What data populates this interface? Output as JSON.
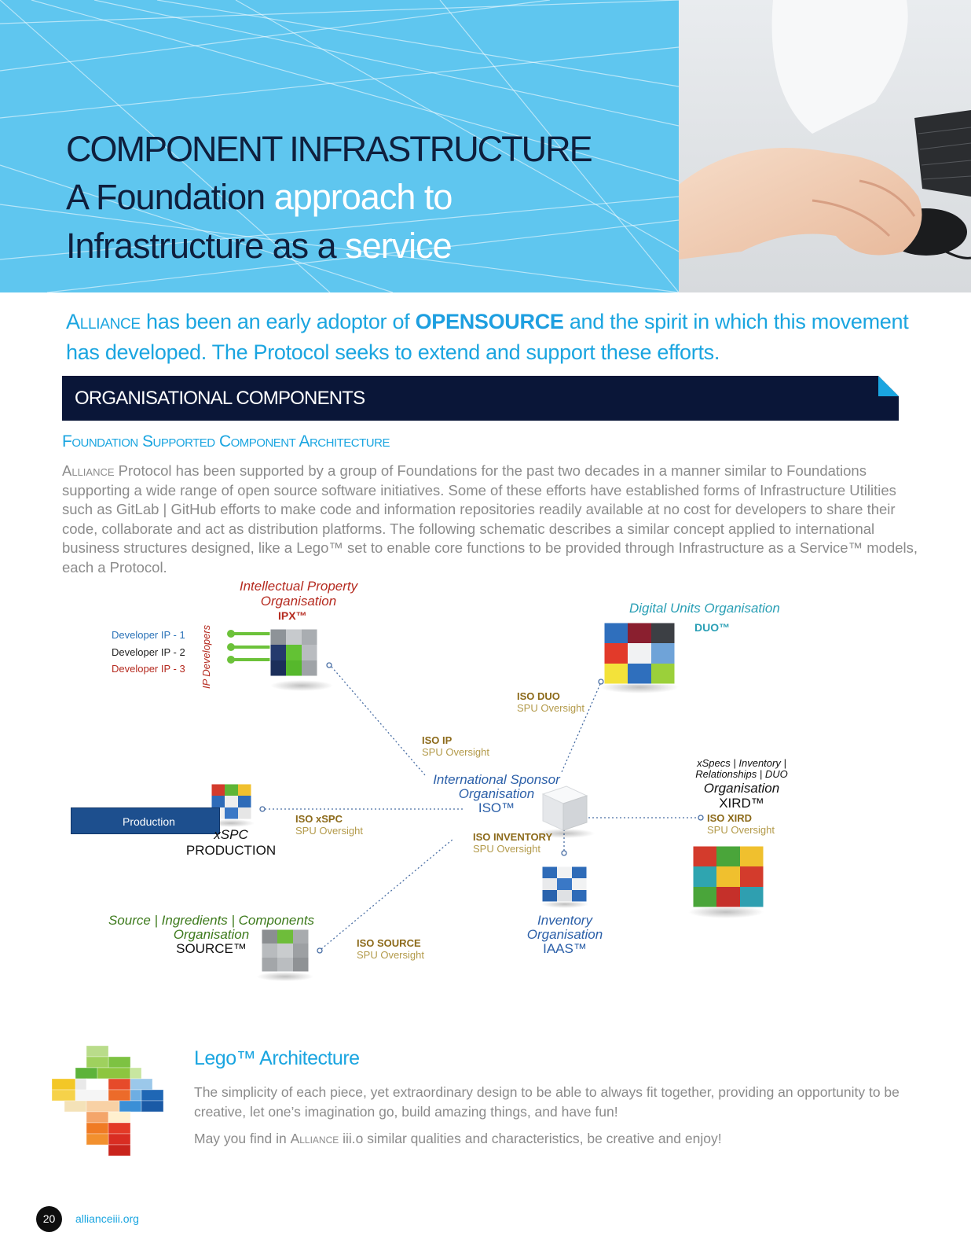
{
  "hero": {
    "title": "COMPONENT INFRASTRUCTURE",
    "line2_a": "A Foundation ",
    "line2_b": "approach to",
    "line3_a": "Infrastructure as a ",
    "line3_b": "service"
  },
  "intro": {
    "brand": "Alliance",
    "part1": " has been an early adoptor of ",
    "bold": "OPENSOURCE",
    "part2": " and the spirit in which this movement has developed. The Protocol seeks to extend and support these efforts."
  },
  "section": {
    "title": "ORGANISATIONAL COMPONENTS",
    "subheading": "Foundation Supported Component Architecture",
    "body_brand": "Alliance",
    "body": " Protocol has been supported by a group of Foundations for the past two decades in a manner similar to Foundations supporting a wide range of open source software initiatives. Some of these efforts have established forms of Infrastructure Utilities such as GitLab | GitHub efforts to make code and information repositories readily available at no cost for developers to share their code, collaborate and act as distribution platforms. The following schematic describes a similar concept applied to international business structures designed, like a Lego™ set to enable core functions to be provided through Infrastructure as a Service™ models, each a Protocol."
  },
  "diagram": {
    "ipx": {
      "line1": "Intellectual Property",
      "line2": "Organisation",
      "code": "IPX™"
    },
    "developers": [
      "Developer IP - 1",
      "Developer IP - 2",
      "Developer IP - 3"
    ],
    "developers_label": "IP Developers",
    "duo": {
      "line1": "Digital Units Organisation",
      "code": "DUO™"
    },
    "iso_duo": {
      "title": "ISO DUO",
      "sub": "SPU Oversight"
    },
    "iso_ip": {
      "title": "ISO IP",
      "sub": "SPU Oversight"
    },
    "iso_center": {
      "line1": "International Sponsor",
      "line2": "Organisation",
      "code": "ISO™"
    },
    "xird": {
      "line1": "xSpecs | Inventory |",
      "line2": "Relationships | DUO",
      "line3": "Organisation",
      "code": "XIRD™"
    },
    "iso_xird": {
      "title": "ISO XIRD",
      "sub": "SPU Oversight"
    },
    "production_bar": "Production",
    "xspc": {
      "line1": "xSPC",
      "line2": "PRODUCTION"
    },
    "iso_xspc": {
      "title": "ISO xSPC",
      "sub": "SPU Oversight"
    },
    "iso_inventory": {
      "title": "ISO INVENTORY",
      "sub": "SPU Oversight"
    },
    "source": {
      "line1": "Source | Ingredients | Components",
      "line2": "Organisation",
      "code": "SOURCE™"
    },
    "iso_source": {
      "title": "ISO SOURCE",
      "sub": "SPU Oversight"
    },
    "iaas": {
      "line1": "Inventory",
      "line2": "Organisation",
      "code": "IAAS™"
    }
  },
  "lego": {
    "title": "Lego™ Architecture",
    "p1": "The simplicity of each piece, yet extraordinary design to be able to always fit together, providing an opportunity to be creative, let one’s imagination go, build amazing things, and have fun!",
    "p2_a": "May you find in ",
    "p2_brand": "Alliance",
    "p2_b": " iii.o similar qualities and characteristics, be creative and enjoy!"
  },
  "footer": {
    "page": "20",
    "site": "allianceiii.org"
  }
}
